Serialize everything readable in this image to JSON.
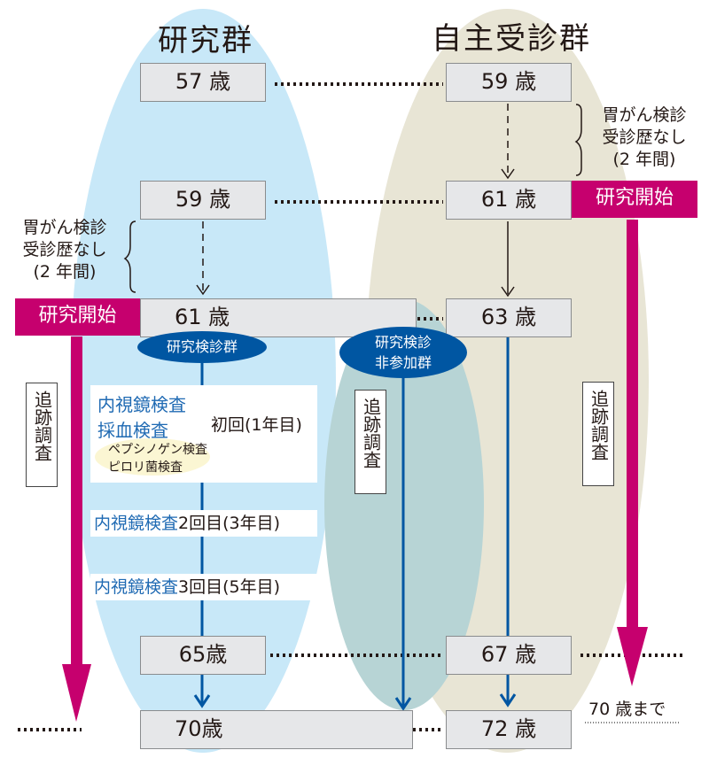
{
  "groups": {
    "research": {
      "title": "研究群"
    },
    "self": {
      "title": "自主受診群"
    }
  },
  "ages": {
    "r57": "57 歳",
    "s59": "59 歳",
    "r59": "59 歳",
    "s61": "61 歳",
    "r61": "61 歳",
    "s63": "63 歳",
    "r65": "65歳",
    "s67": "67 歳",
    "r70": "70歳",
    "s72": "72 歳"
  },
  "notes": {
    "no_screening_line1": "胃がん検診",
    "no_screening_line2": "受診歴なし",
    "no_screening_line3": "(2 年間)",
    "study_start": "研究開始",
    "follow_up": "追跡調査",
    "until70": "70 歳まで"
  },
  "ovals": {
    "screening_group": "研究検診群",
    "non_participant_line1": "研究検診",
    "non_participant_line2": "非参加群"
  },
  "exams": {
    "first_endoscopy": "内視鏡検査",
    "first_blood": "採血検査",
    "first_label": "初回(1年目)",
    "pepsinogen": "ペプシノゲン検査",
    "pylori": "ピロリ菌検査",
    "second_endoscopy": "内視鏡検査",
    "second_label": "2回目(3年目)",
    "third_endoscopy": "内視鏡検査",
    "third_label": "3回目(5年目)"
  },
  "colors": {
    "research_bg": "#c8e8f8",
    "self_bg": "#e8e5d5",
    "nonpart_bg": "#b7d4d5",
    "accent_pink": "#c6006e",
    "accent_blue": "#0056a2"
  }
}
